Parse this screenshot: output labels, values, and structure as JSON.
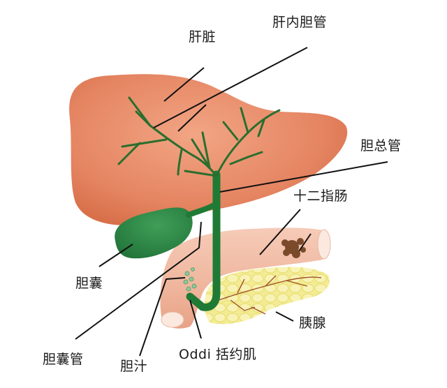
{
  "diagram": {
    "type": "anatomical-illustration",
    "subject": "biliary system",
    "colors": {
      "liver": "#e07a55",
      "liver_highlight": "#f0a280",
      "bile_duct": "#1f7a35",
      "gallbladder": "#2e8b47",
      "duodenum": "#f0b8a0",
      "pancreas": "#f5ef9a",
      "ampulla_spot": "#7a4a2a",
      "leader_line": "#111111"
    },
    "labels": {
      "liver": "肝脏",
      "intrahepatic_duct": "肝内胆管",
      "common_bile_duct": "胆总管",
      "duodenum": "十二指肠",
      "gallbladder": "胆囊",
      "pancreas": "胰腺",
      "cystic_duct": "胆囊管",
      "bile": "胆汁",
      "sphincter_of_oddi": "Oddi 括约肌"
    }
  }
}
